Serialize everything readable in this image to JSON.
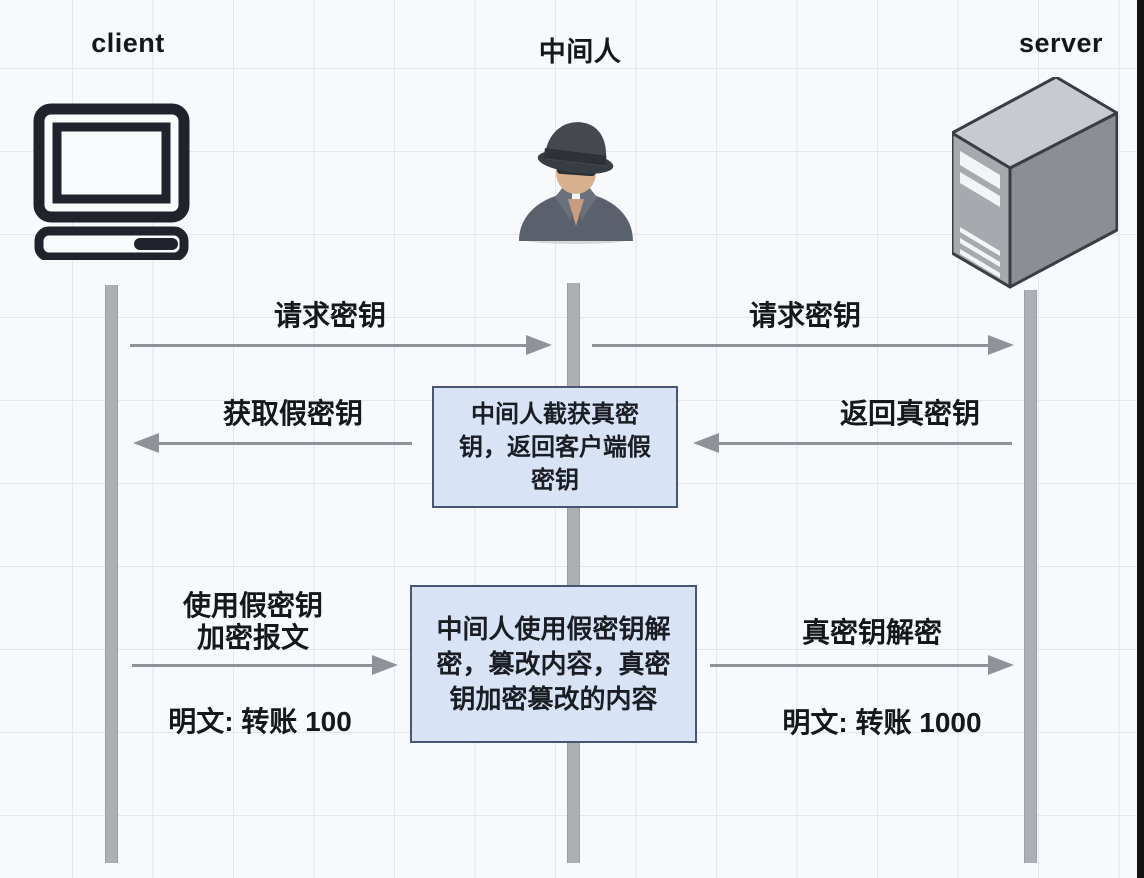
{
  "diagram_type": "sequence-diagram-mitm-attack",
  "actors": {
    "client": {
      "label": "client",
      "icon": "computer-icon"
    },
    "mitm": {
      "label": "中间人",
      "icon": "spy-icon"
    },
    "server": {
      "label": "server",
      "icon": "server-icon"
    }
  },
  "messages": {
    "request_key_1": {
      "label": "请求密钥",
      "from": "client",
      "to": "mitm",
      "direction": "right"
    },
    "request_key_2": {
      "label": "请求密钥",
      "from": "mitm",
      "to": "server",
      "direction": "right"
    },
    "get_fake_key": {
      "label": "获取假密钥",
      "from": "mitm",
      "to": "client",
      "direction": "left"
    },
    "return_real_key": {
      "label": "返回真密钥",
      "from": "server",
      "to": "mitm",
      "direction": "left"
    },
    "encrypt_with_fake_key": {
      "lines": [
        "使用假密钥",
        "加密报文"
      ],
      "plaintext": "明文: 转账 100",
      "from": "client",
      "to": "mitm",
      "direction": "right"
    },
    "decrypt_with_real_key": {
      "label": "真密钥解密",
      "plaintext": "明文: 转账 1000",
      "from": "mitm",
      "to": "server",
      "direction": "right"
    }
  },
  "notes": {
    "intercept": {
      "text": "中间人截获真密钥，返回客户端假密钥",
      "lines": [
        "中间人截获真密",
        "钥，返回客户端假",
        "密钥"
      ]
    },
    "tamper": {
      "text": "中间人使用假密钥解密，篡改内容，真密钥加密篡改的内容",
      "lines": [
        "中间人使用假密钥解",
        "密，篡改内容，真密",
        "钥加密篡改的内容"
      ]
    }
  },
  "colors": {
    "background": "#f7f9fc",
    "grid_line": "#e2e7ee",
    "lifeline": "#acafb4",
    "arrow": "#8f9399",
    "note_fill": "#d8e4f6",
    "note_border": "#475672",
    "text": "#15171a",
    "right_edge_strip": "#131313"
  }
}
